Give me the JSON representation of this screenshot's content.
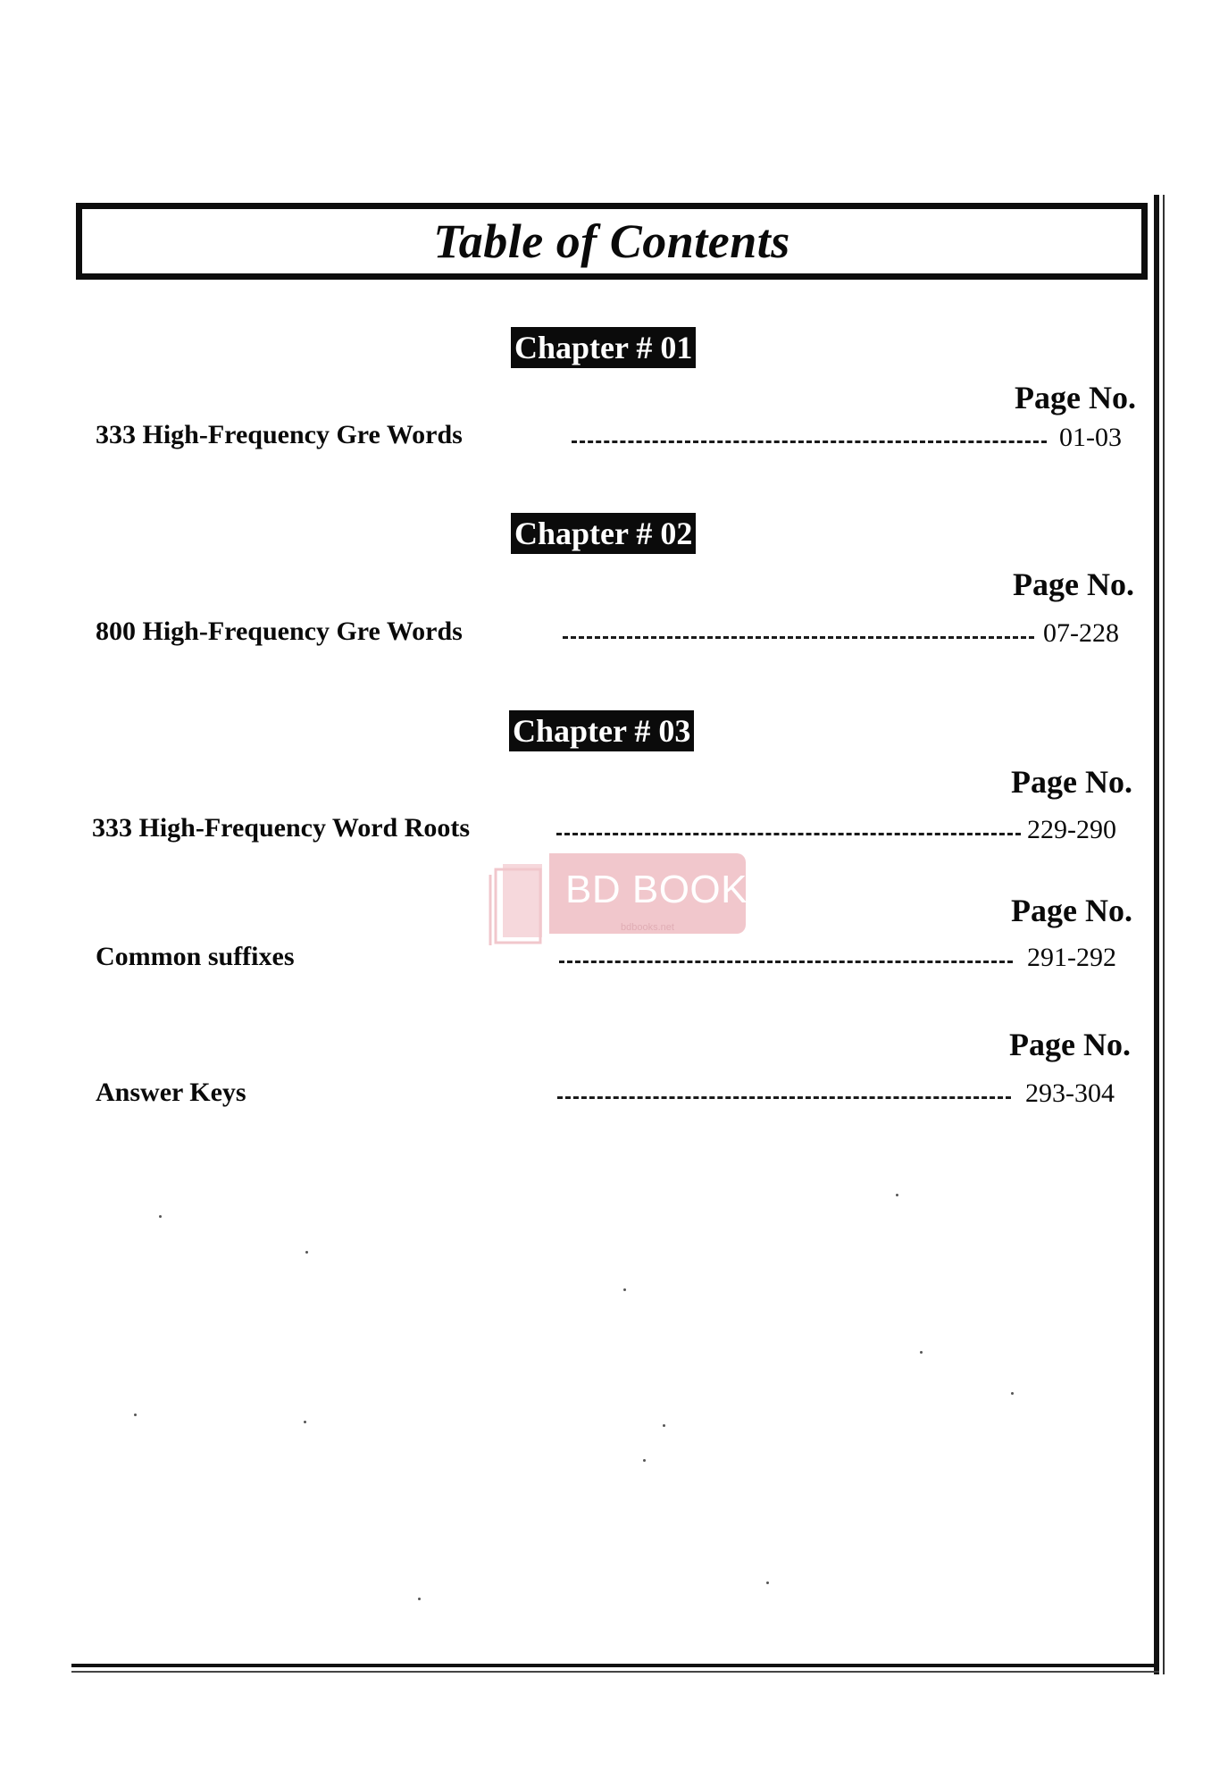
{
  "heading": "Table of Contents",
  "page_no_label": "Page No.",
  "chapters": [
    {
      "badge": "Chapter # 01"
    },
    {
      "badge": "Chapter # 02"
    },
    {
      "badge": "Chapter # 03"
    }
  ],
  "entries": [
    {
      "title": "333  High-Frequency Gre Words",
      "pages": "01-03"
    },
    {
      "title": "800 High-Frequency Gre Words",
      "pages": "07-228"
    },
    {
      "title": "333  High-Frequency Word Roots",
      "pages": "229-290"
    },
    {
      "title": "Common suffixes",
      "pages": "291-292"
    },
    {
      "title": "Answer Keys",
      "pages": "293-304"
    }
  ],
  "watermark": {
    "brand": "BD BOOKS",
    "site": "bdbooks.net",
    "color": "#e79aa4"
  }
}
